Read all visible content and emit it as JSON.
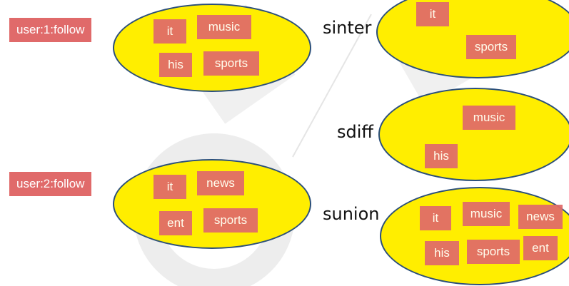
{
  "colors": {
    "ellipse_fill": "#ffee00",
    "ellipse_stroke": "#2b4f7a",
    "tag_fill": "#e06a6a",
    "key_fill": "#e06a6a",
    "text_dark": "#111111"
  },
  "keys": [
    {
      "id": "user1",
      "label": "user:1:follow"
    },
    {
      "id": "user2",
      "label": "user:2:follow"
    }
  ],
  "operations": [
    {
      "id": "sinter",
      "label": "sinter"
    },
    {
      "id": "sdiff",
      "label": "sdiff"
    },
    {
      "id": "sunion",
      "label": "sunion"
    }
  ],
  "sets": [
    {
      "id": "user1-set",
      "members": [
        "it",
        "music",
        "his",
        "sports"
      ]
    },
    {
      "id": "user2-set",
      "members": [
        "it",
        "news",
        "ent",
        "sports"
      ]
    },
    {
      "id": "sinter-result",
      "members": [
        "it",
        "sports"
      ]
    },
    {
      "id": "sdiff-result",
      "members": [
        "music",
        "his"
      ]
    },
    {
      "id": "sunion-result",
      "members": [
        "it",
        "music",
        "news",
        "his",
        "sports",
        "ent"
      ]
    }
  ]
}
